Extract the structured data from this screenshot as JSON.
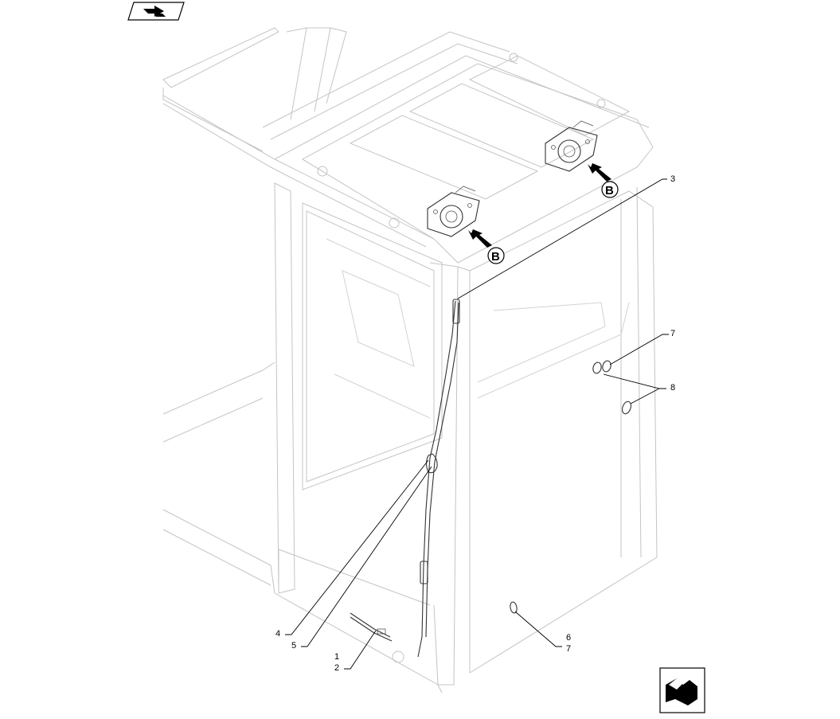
{
  "callouts": {
    "c1": "1",
    "c2": "2",
    "c3": "3",
    "c4": "4",
    "c5": "5",
    "c6": "6",
    "c7a": "7",
    "c7b": "7",
    "c8": "8"
  },
  "view_markers": {
    "b1": "B",
    "b2": "B"
  },
  "icons": {
    "prev": "back-arrow-icon",
    "next": "forward-arrow-icon"
  }
}
